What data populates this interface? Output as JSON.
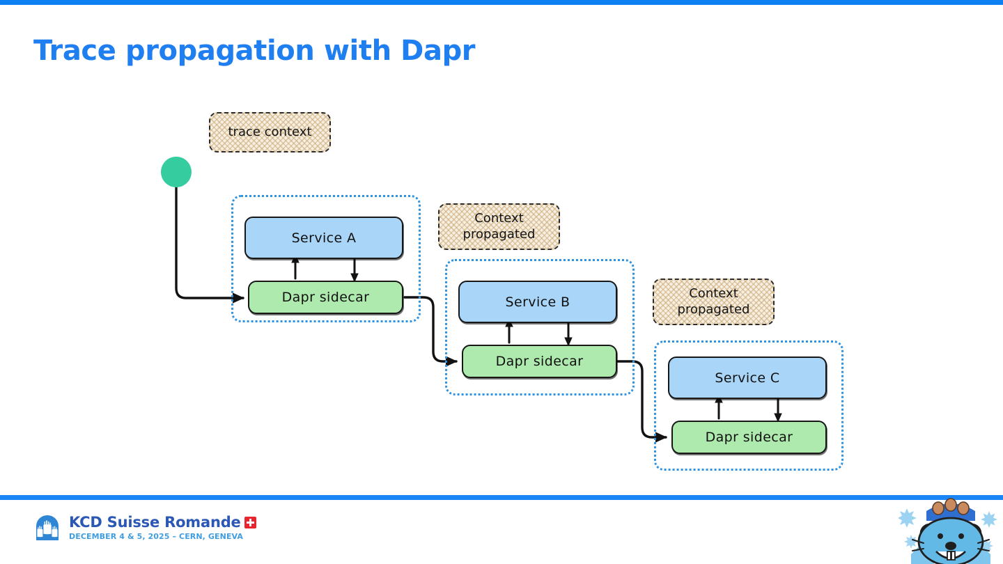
{
  "slide": {
    "title": "Trace propagation with Dapr",
    "accent_blue": "#1f7ef0",
    "bar_blue": "#0d80f2",
    "service_fill": "#a9d6f8",
    "sidecar_fill": "#aeeaae",
    "group_border": "#2f93e0",
    "chip_fill": "#f7efe2",
    "start_node_color": "#35cc9f"
  },
  "diagram": {
    "start_node": {
      "name": "trace-origin",
      "label": ""
    },
    "annotations": [
      {
        "id": "trace-context",
        "text": "trace context",
        "line1": "trace context",
        "line2": ""
      },
      {
        "id": "context-propagated-1",
        "text": "Context propagated",
        "line1": "Context",
        "line2": "propagated"
      },
      {
        "id": "context-propagated-2",
        "text": "Context propagated",
        "line1": "Context",
        "line2": "propagated"
      }
    ],
    "groups": [
      {
        "id": "group-a",
        "service": "Service A",
        "sidecar": "Dapr sidecar"
      },
      {
        "id": "group-b",
        "service": "Service B",
        "sidecar": "Dapr sidecar"
      },
      {
        "id": "group-c",
        "service": "Service C",
        "sidecar": "Dapr sidecar"
      }
    ]
  },
  "footer": {
    "logo_title": "KCD Suisse Romande",
    "logo_subtitle": "DECEMBER 4 & 5, 2025 – CERN, GENEVA",
    "logo_title_color": "#2b57b5",
    "logo_subtitle_color": "#3f9de0"
  }
}
